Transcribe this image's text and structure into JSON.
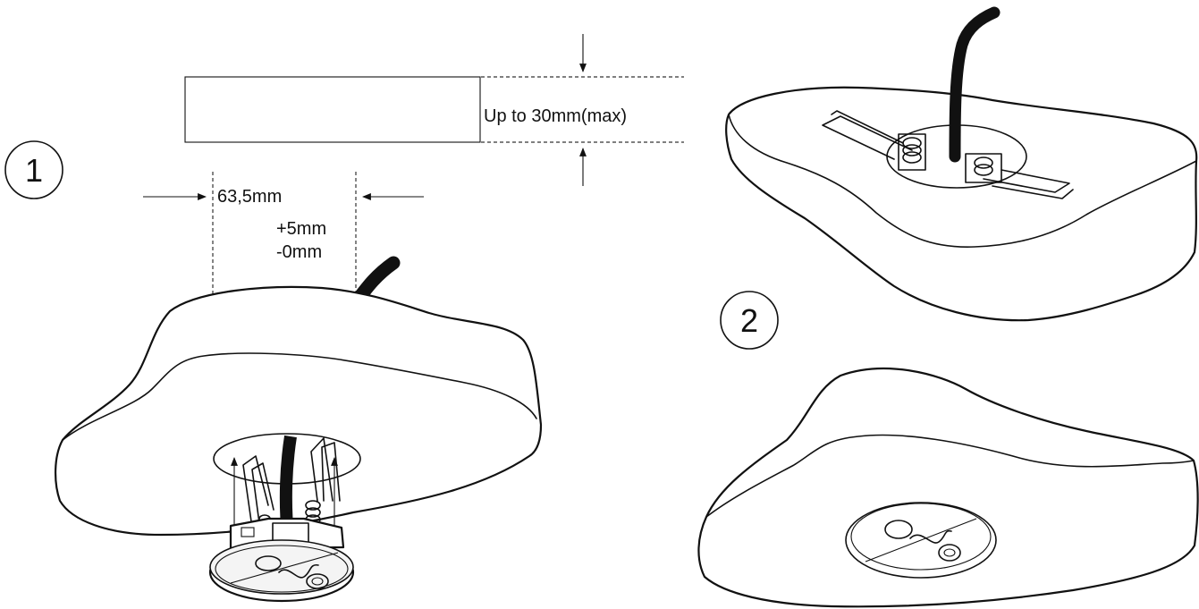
{
  "diagram": {
    "step_1_label": "1",
    "step_2_label": "2",
    "thickness_label": "Up to 30mm(max)",
    "hole_diameter_label": "63,5mm",
    "tolerance_plus": "+5mm",
    "tolerance_minus": "-0mm"
  },
  "colors": {
    "line": "#111111",
    "background": "#ffffff"
  }
}
